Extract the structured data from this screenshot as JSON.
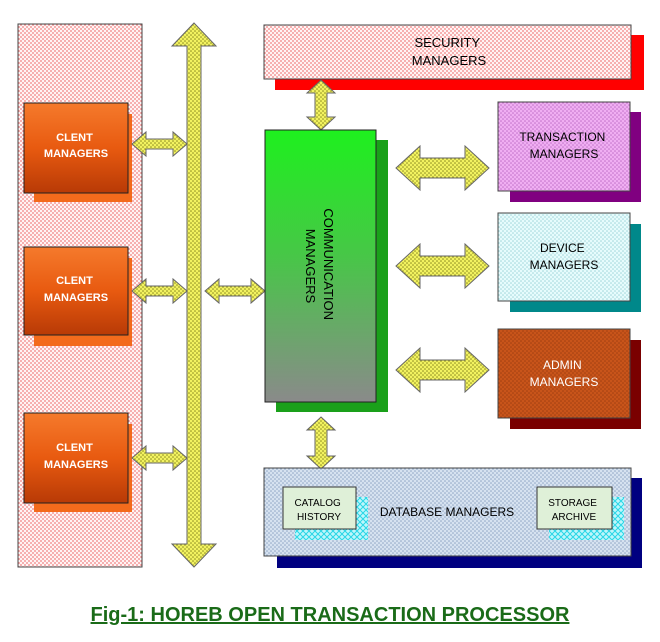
{
  "diagram": {
    "client_managers": [
      "CLENT\nMANAGERS",
      "CLENT\nMANAGERS",
      "CLENT\nMANAGERS"
    ],
    "security": "SECURITY\nMANAGERS",
    "communication": "COMMUNICATION\nMANAGERS",
    "transaction": "TRANSACTION\nMANAGERS",
    "device": "DEVICE\nMANAGERS",
    "admin": "ADMIN\nMANAGERS",
    "database": "DATABASE MANAGERS",
    "catalog": "CATALOG\nHISTORY",
    "storage": "STORAGE\nARCHIVE"
  },
  "caption": "Fig-1: HOREB OPEN TRANSACTION PROCESSOR",
  "colors": {
    "client_fill": "#e85a10",
    "client_shadow": "#f36b1c",
    "security_shadow": "#ff0000",
    "comm_top": "#1ef01e",
    "comm_bottom": "#8c8c8c",
    "comm_shadow": "#1aa01a",
    "transaction_fill": "#e08ee6",
    "transaction_shadow": "#800080",
    "device_fill": "#d8f6f8",
    "device_shadow": "#00888a",
    "admin_fill": "#c8541a",
    "admin_shadow": "#7a0000",
    "database_fill": "#c6d6ea",
    "database_shadow": "#000080",
    "arrow_fill": "#eeee55",
    "caption": "#1a6b18"
  }
}
